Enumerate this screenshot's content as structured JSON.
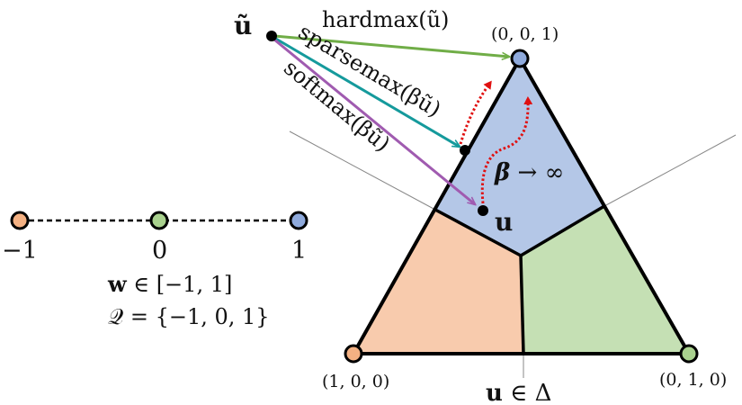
{
  "colors": {
    "blue_region": "#b4c7e7",
    "orange_region": "#f8cbad",
    "green_region": "#c5e0b4",
    "blue_node": "#8faadc",
    "orange_node": "#f4b183",
    "green_node": "#a9d18e",
    "hardmax_arrow": "#70ad47",
    "sparsemax_arrow": "#159a9c",
    "softmax_arrow": "#a05bb0",
    "path_dotted": "#e01010"
  },
  "line": {
    "ticks": [
      {
        "value": "−1",
        "color": "orange"
      },
      {
        "value": "0",
        "color": "green"
      },
      {
        "value": "1",
        "color": "blue"
      }
    ],
    "domain_label": "w ∈ [−1, 1]",
    "domain_var": "w",
    "domain_rest": " ∈ [−1, 1]",
    "quant_label": "𝒬 = {−1, 0, 1}"
  },
  "simplex": {
    "vertices": {
      "top": "(0, 0, 1)",
      "bottom_left": "(1, 0, 0)",
      "bottom_right": "(0, 1, 0)"
    },
    "set_label_var": "u",
    "set_label_rest": " ∈ Δ",
    "point_label": "u",
    "limit_label_beta": "β",
    "limit_label_rest": " → ∞"
  },
  "source": {
    "label": "ũ"
  },
  "mappings": [
    {
      "name": "hardmax",
      "label": "hardmax(ũ)"
    },
    {
      "name": "sparsemax",
      "label": "sparsemax(βũ)"
    },
    {
      "name": "softmax",
      "label": "softmax(βũ)"
    }
  ]
}
